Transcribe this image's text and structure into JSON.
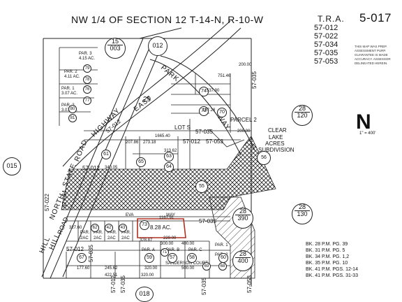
{
  "header": {
    "title": "NW 1/4 OF SECTION 12 T-14-N, R-10-W",
    "page_id": "5-017",
    "tra_label": "T.R.A.",
    "tra_codes": [
      "57-012",
      "57-022",
      "57-034",
      "57-035",
      "57-053"
    ]
  },
  "notes": {
    "assessor_note": [
      "THIS MAP WAS PREP.",
      "ASSESSMENT PURP.",
      "GUARANTEE IS MADE",
      "ACCURACY. ASSESSOR",
      "DELINEATED HEREIN."
    ]
  },
  "north_arrow": {
    "letter": "N",
    "scale": "1\" = 400'"
  },
  "references": [
    "BK. 28 P.M. PG. 39",
    "BK. 31 P.M. PG. 5",
    "BK. 34 P.M. PG. 1,2",
    "BK. 35 P.M. PG. 10",
    "BK. 41 P.M. PGS. 12-14",
    "BK. 41 P.M. PGS. 31-33"
  ],
  "roads": {
    "highway": "HIGHWAY",
    "east": "EAST",
    "park": "PARK",
    "way": "WAY",
    "state": "STATE",
    "road": "ROAD",
    "north": "NORTH",
    "hill": "HILL",
    "eva_way": "EVA",
    "eva_way2": "WAY",
    "sanderson_court": "SANDERSON COURT"
  },
  "subdivision": [
    "CLEAR",
    "LAKE",
    "ACRES",
    "SUBDIVISION"
  ],
  "lot": "LOT S",
  "parcel2": "PARCEL 2",
  "acreage_main": "8.28 AC.",
  "parcels_top": [
    {
      "label": "PAR. 3",
      "area": "4.15 AC."
    },
    {
      "label": "PAR. 2",
      "area": "4.11 AC."
    },
    {
      "label": "PAR. 1",
      "area": "3.07 AC."
    },
    {
      "label": "PAR. 2",
      "area": "3.07 AC."
    }
  ],
  "parcels_bottom": [
    "PAR.",
    "PAR.",
    "PAR.",
    "PAR."
  ],
  "parcels_bottom_acres": [
    "2AC",
    "2AC",
    "2AC",
    "2AC"
  ],
  "parcels_south": [
    "PAR. A",
    "PAR. B",
    "PAR. C",
    "PAR. 1",
    "PAR. 2"
  ],
  "tra_map_labels": [
    "57-012",
    "57-035",
    "57-035",
    "57-035",
    "57-012",
    "57-053",
    "57-012",
    "57-022",
    "57-034",
    "57-012",
    "57-035",
    "57-012",
    "57-035",
    "57-053",
    "57-035"
  ],
  "book_pages": [
    {
      "top": "15",
      "bottom": "003"
    },
    {
      "top": "",
      "bottom": "012"
    },
    {
      "top": "28",
      "bottom": "120"
    },
    {
      "top": "",
      "bottom": "015"
    },
    {
      "top": "28",
      "bottom": "390"
    },
    {
      "top": "28",
      "bottom": "130"
    },
    {
      "top": "28",
      "bottom": "400"
    },
    {
      "top": "",
      "bottom": "018"
    }
  ],
  "parcel_numbers": [
    "29",
    "70",
    "72",
    "74",
    "61",
    "63",
    "64",
    "65",
    "55",
    "73",
    "71",
    "67",
    "57",
    "58",
    "59",
    "60",
    "56",
    "42",
    "43",
    "68",
    "69",
    "77",
    "76",
    "79",
    "78",
    "80",
    "81",
    "62"
  ],
  "dims": [
    "1167.91",
    "1665.40",
    "300.00",
    "500.00",
    "400.00",
    "320.00",
    "245.62",
    "751.46",
    "537.90",
    "200.00",
    "187.28",
    "207.86",
    "273.18",
    "313.62",
    "328.87",
    "340.05",
    "229.00",
    "327.60",
    "422.51",
    "320.00",
    "177.60",
    "200.00"
  ]
}
